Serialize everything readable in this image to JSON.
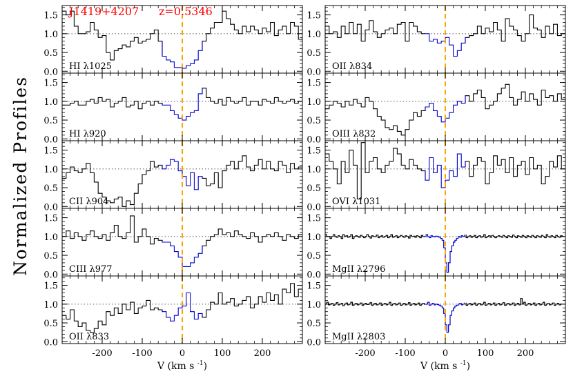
{
  "figure": {
    "ylabel": "Normalized Profiles",
    "xlabel": "V (km s",
    "xlabel_sup": "-1",
    "xlabel_tail": ")",
    "object_label": "J1419+4207",
    "redshift_label": "z=0.5346",
    "label_color": "#ff0000",
    "line_color": "#000000",
    "highlight_color": "#0000cc",
    "marker_color": "#ffa500"
  },
  "chart_data": {
    "type": "line",
    "step": true,
    "xlim": [
      -300,
      300
    ],
    "ylim": [
      -0.05,
      1.75
    ],
    "xticks": [
      -200,
      -100,
      0,
      100,
      200
    ],
    "xtick_labels": [
      "-200",
      "-100",
      "0",
      "100",
      "200"
    ],
    "yticks": [
      0.0,
      0.5,
      1.0,
      1.5
    ],
    "ytick_labels": [
      "0.0",
      "0.5",
      "1.0",
      "1.5"
    ],
    "continuum": 1.0,
    "velocity_marker": 0,
    "highlight_range": [
      -50,
      50
    ],
    "panels": [
      {
        "label": "HI λ1025",
        "col": 0,
        "row": 0,
        "dv": 10,
        "x0": -300,
        "y": [
          1.6,
          1.5,
          1.6,
          1.2,
          1.0,
          1.0,
          1.05,
          1.3,
          1.1,
          0.9,
          0.95,
          0.5,
          0.3,
          0.55,
          0.6,
          0.7,
          0.65,
          0.8,
          0.9,
          0.75,
          0.8,
          0.85,
          1.0,
          1.1,
          0.8,
          0.4,
          0.3,
          0.25,
          0.1,
          0.1,
          0.08,
          0.15,
          0.2,
          0.3,
          0.55,
          0.8,
          1.0,
          1.15,
          1.3,
          1.3,
          1.6,
          1.4,
          1.25,
          1.1,
          1.0,
          1.2,
          1.05,
          1.2,
          1.1,
          1.0,
          1.15,
          1.05,
          1.3,
          0.95,
          1.1,
          1.2,
          1.0,
          1.3,
          1.2,
          0.85
        ]
      },
      {
        "label": "OII λ834",
        "col": 1,
        "row": 0,
        "dv": 10,
        "x0": -300,
        "y": [
          1.2,
          1.0,
          1.05,
          0.9,
          1.2,
          1.0,
          1.3,
          1.0,
          1.25,
          0.8,
          1.1,
          1.35,
          1.05,
          0.9,
          1.0,
          1.1,
          1.15,
          1.0,
          1.25,
          1.3,
          0.8,
          1.3,
          1.2,
          1.05,
          1.0,
          1.0,
          0.8,
          0.85,
          0.75,
          0.8,
          0.9,
          0.7,
          0.4,
          0.55,
          0.75,
          0.9,
          0.95,
          1.0,
          1.2,
          1.0,
          1.15,
          1.05,
          1.3,
          1.1,
          0.8,
          1.4,
          1.2,
          1.1,
          0.95,
          0.8,
          1.0,
          1.5,
          1.15,
          1.1,
          0.9,
          1.2,
          1.0,
          1.25,
          0.95,
          1.0
        ]
      },
      {
        "label": "HI λ920",
        "col": 0,
        "row": 1,
        "dv": 10,
        "x0": -300,
        "y": [
          0.9,
          0.9,
          0.95,
          1.0,
          0.9,
          0.9,
          1.0,
          1.05,
          0.95,
          1.1,
          1.0,
          1.05,
          0.85,
          0.95,
          1.0,
          1.1,
          0.85,
          0.9,
          1.0,
          0.8,
          0.95,
          1.0,
          0.9,
          1.0,
          0.95,
          0.9,
          0.9,
          0.75,
          0.65,
          0.55,
          0.5,
          0.6,
          0.7,
          0.75,
          1.2,
          1.35,
          1.1,
          1.0,
          0.95,
          1.05,
          0.9,
          1.1,
          1.0,
          0.95,
          1.0,
          1.1,
          0.9,
          1.0,
          1.0,
          0.9,
          1.05,
          1.0,
          0.95,
          1.1,
          1.0,
          0.95,
          1.0,
          1.05,
          0.95,
          1.0
        ]
      },
      {
        "label": "OIII λ832",
        "col": 1,
        "row": 1,
        "dv": 10,
        "x0": -300,
        "y": [
          0.8,
          0.9,
          1.0,
          0.95,
          0.85,
          1.0,
          0.9,
          1.05,
          0.95,
          0.85,
          1.1,
          1.0,
          0.8,
          0.6,
          0.5,
          0.3,
          0.25,
          0.35,
          0.2,
          0.1,
          0.25,
          0.5,
          0.7,
          0.6,
          0.75,
          0.85,
          0.95,
          0.75,
          0.6,
          0.45,
          0.55,
          0.7,
          0.9,
          1.0,
          0.95,
          1.15,
          1.0,
          1.2,
          1.3,
          1.1,
          0.8,
          0.9,
          1.0,
          1.2,
          1.35,
          1.45,
          1.1,
          0.9,
          1.05,
          1.25,
          1.0,
          1.2,
          1.05,
          0.9,
          1.3,
          1.1,
          1.15,
          1.0,
          1.2,
          1.05
        ]
      },
      {
        "label": "CII λ904",
        "col": 0,
        "row": 2,
        "dv": 10,
        "x0": -300,
        "y": [
          0.75,
          0.9,
          1.05,
          0.95,
          0.9,
          1.0,
          1.15,
          0.9,
          0.65,
          0.35,
          0.25,
          0.15,
          0.1,
          0.2,
          0.25,
          0.0,
          0.15,
          0.05,
          0.35,
          0.6,
          0.85,
          0.95,
          1.2,
          1.05,
          1.1,
          1.0,
          1.1,
          1.25,
          1.2,
          0.95,
          0.8,
          0.55,
          0.9,
          0.45,
          0.8,
          0.75,
          0.55,
          0.6,
          0.9,
          0.5,
          0.95,
          1.1,
          1.2,
          1.0,
          1.2,
          1.35,
          1.05,
          0.95,
          1.1,
          1.25,
          1.0,
          1.2,
          1.0,
          0.95,
          1.2,
          1.1,
          0.9,
          1.15,
          1.0,
          1.05
        ]
      },
      {
        "label": "OVI λ1031",
        "col": 1,
        "row": 2,
        "dv": 10,
        "x0": -300,
        "y": [
          1.4,
          1.2,
          1.0,
          0.6,
          1.2,
          0.9,
          1.5,
          1.1,
          0.2,
          1.7,
          0.9,
          1.2,
          1.3,
          1.0,
          0.9,
          1.1,
          1.2,
          1.55,
          1.4,
          1.1,
          1.0,
          1.25,
          1.1,
          1.0,
          0.95,
          0.7,
          1.3,
          0.9,
          1.1,
          0.5,
          0.7,
          0.95,
          0.8,
          1.4,
          1.05,
          1.2,
          0.8,
          1.1,
          1.3,
          1.2,
          0.6,
          0.9,
          1.35,
          1.1,
          1.25,
          0.9,
          1.3,
          0.8,
          1.1,
          1.2,
          0.85,
          1.3,
          1.0,
          1.1,
          0.6,
          0.8,
          1.2,
          1.05,
          1.35,
          1.0
        ]
      },
      {
        "label": "CIII λ977",
        "col": 0,
        "row": 3,
        "dv": 10,
        "x0": -300,
        "y": [
          1.0,
          1.15,
          0.95,
          1.1,
          1.0,
          0.9,
          1.05,
          1.15,
          1.0,
          0.95,
          1.05,
          0.9,
          1.1,
          1.3,
          1.0,
          0.95,
          1.1,
          1.55,
          0.85,
          1.0,
          1.2,
          1.0,
          0.8,
          0.95,
          0.9,
          0.85,
          0.85,
          0.75,
          0.6,
          0.45,
          0.2,
          0.2,
          0.3,
          0.45,
          0.55,
          0.75,
          0.9,
          1.0,
          1.05,
          1.2,
          1.05,
          1.1,
          1.0,
          1.15,
          1.05,
          1.0,
          0.95,
          1.1,
          1.0,
          0.85,
          1.0,
          1.05,
          1.0,
          1.1,
          1.0,
          0.9,
          1.05,
          1.0,
          0.95,
          1.05
        ]
      },
      {
        "label": "MgII λ2796",
        "col": 1,
        "row": 3,
        "dv": 4,
        "x0": -300,
        "y": [
          1.05,
          1.0,
          1.0,
          0.95,
          1.0,
          1.05,
          1.0,
          0.98,
          1.02,
          1.0,
          0.95,
          1.05,
          1.0,
          1.02,
          0.98,
          1.0,
          1.05,
          0.95,
          1.0,
          1.02,
          1.0,
          0.98,
          1.03,
          1.0,
          0.97,
          1.0,
          1.05,
          1.0,
          0.96,
          1.02,
          1.0,
          1.0,
          1.04,
          0.97,
          1.0,
          1.02,
          0.98,
          1.0,
          1.03,
          0.97,
          1.0,
          1.05,
          0.98,
          1.0,
          1.02,
          0.97,
          1.0,
          1.03,
          1.0,
          0.98,
          1.02,
          1.0,
          0.96,
          1.03,
          1.0,
          1.01,
          0.98,
          1.02,
          1.0,
          0.97,
          1.03,
          1.0,
          0.98,
          1.05,
          1.0,
          0.97,
          1.02,
          1.0,
          0.99,
          1.01,
          1.0,
          0.98,
          0.95,
          0.9,
          0.7,
          0.3,
          0.05,
          0.3,
          0.6,
          0.75,
          0.85,
          0.9,
          0.95,
          1.0,
          0.98,
          1.02,
          1.0,
          1.05,
          0.97,
          1.0,
          1.02,
          0.98,
          1.0,
          1.03,
          0.97,
          1.0,
          1.02,
          0.98,
          1.0,
          1.05,
          0.97,
          1.0,
          1.02,
          0.98,
          1.03,
          1.0,
          0.97,
          1.0,
          1.02,
          1.0,
          0.98,
          1.03,
          1.0,
          0.97,
          1.02,
          1.0,
          0.98,
          1.04,
          1.0,
          0.97,
          1.02,
          1.0,
          0.98,
          1.03,
          1.0,
          0.97,
          1.02,
          1.0,
          0.98,
          1.03,
          1.0,
          0.97,
          1.02,
          1.0,
          0.98,
          1.03,
          1.0,
          0.97,
          1.05,
          1.0,
          0.98,
          1.02,
          1.0,
          0.97,
          1.03,
          1.0,
          0.98,
          1.02,
          1.0
        ]
      },
      {
        "label": "OII λ833",
        "col": 0,
        "row": 4,
        "dv": 10,
        "x0": -300,
        "y": [
          0.7,
          0.6,
          0.85,
          0.55,
          0.4,
          0.5,
          0.3,
          0.25,
          0.35,
          0.55,
          0.45,
          0.8,
          0.7,
          0.9,
          0.75,
          1.0,
          0.85,
          1.05,
          0.75,
          0.9,
          0.95,
          1.1,
          0.85,
          0.9,
          0.85,
          0.8,
          0.65,
          0.55,
          0.7,
          0.9,
          0.95,
          1.3,
          0.8,
          0.6,
          0.75,
          0.65,
          0.85,
          1.05,
          1.0,
          1.3,
          1.0,
          1.05,
          1.15,
          0.95,
          1.0,
          1.1,
          1.2,
          0.9,
          1.0,
          1.2,
          1.05,
          1.3,
          1.1,
          1.25,
          1.0,
          1.4,
          1.3,
          1.55,
          1.2,
          1.4
        ]
      },
      {
        "label": "MgII λ2803",
        "col": 1,
        "row": 4,
        "dv": 4,
        "x0": -300,
        "y": [
          1.0,
          1.05,
          0.98,
          1.0,
          1.02,
          0.97,
          1.0,
          1.04,
          0.98,
          1.0,
          1.02,
          0.96,
          1.0,
          1.03,
          0.98,
          1.0,
          1.05,
          0.97,
          1.0,
          1.02,
          0.98,
          1.0,
          1.03,
          0.97,
          1.0,
          1.02,
          0.99,
          1.0,
          1.04,
          0.97,
          1.0,
          1.02,
          0.98,
          1.0,
          1.03,
          0.97,
          1.0,
          1.02,
          0.98,
          1.0,
          1.05,
          0.97,
          1.0,
          1.02,
          0.98,
          1.0,
          1.03,
          0.97,
          1.0,
          1.02,
          0.98,
          1.0,
          1.04,
          0.97,
          1.0,
          1.02,
          0.98,
          1.0,
          1.03,
          0.97,
          1.0,
          1.02,
          0.98,
          1.0,
          1.05,
          0.97,
          1.0,
          1.02,
          0.98,
          1.0,
          0.99,
          0.97,
          0.95,
          0.9,
          0.75,
          0.45,
          0.25,
          0.45,
          0.7,
          0.82,
          0.9,
          0.95,
          0.97,
          1.0,
          1.02,
          0.98,
          1.0,
          1.04,
          0.97,
          1.0,
          1.02,
          0.98,
          1.0,
          1.03,
          0.97,
          1.0,
          1.02,
          0.98,
          1.0,
          1.05,
          0.97,
          1.0,
          1.02,
          0.98,
          1.0,
          1.03,
          0.97,
          1.0,
          1.02,
          0.98,
          1.0,
          1.04,
          0.97,
          1.0,
          1.02,
          0.98,
          1.0,
          1.03,
          0.97,
          1.0,
          1.02,
          0.98,
          1.15,
          1.0,
          1.05,
          0.97,
          1.0,
          1.02,
          0.98,
          1.0,
          1.03,
          0.97,
          1.0,
          1.02,
          0.98,
          1.0,
          1.05,
          0.97,
          1.0,
          1.02,
          0.98,
          1.0,
          1.03,
          0.97,
          1.0,
          1.02,
          0.98,
          1.0
        ]
      }
    ]
  }
}
